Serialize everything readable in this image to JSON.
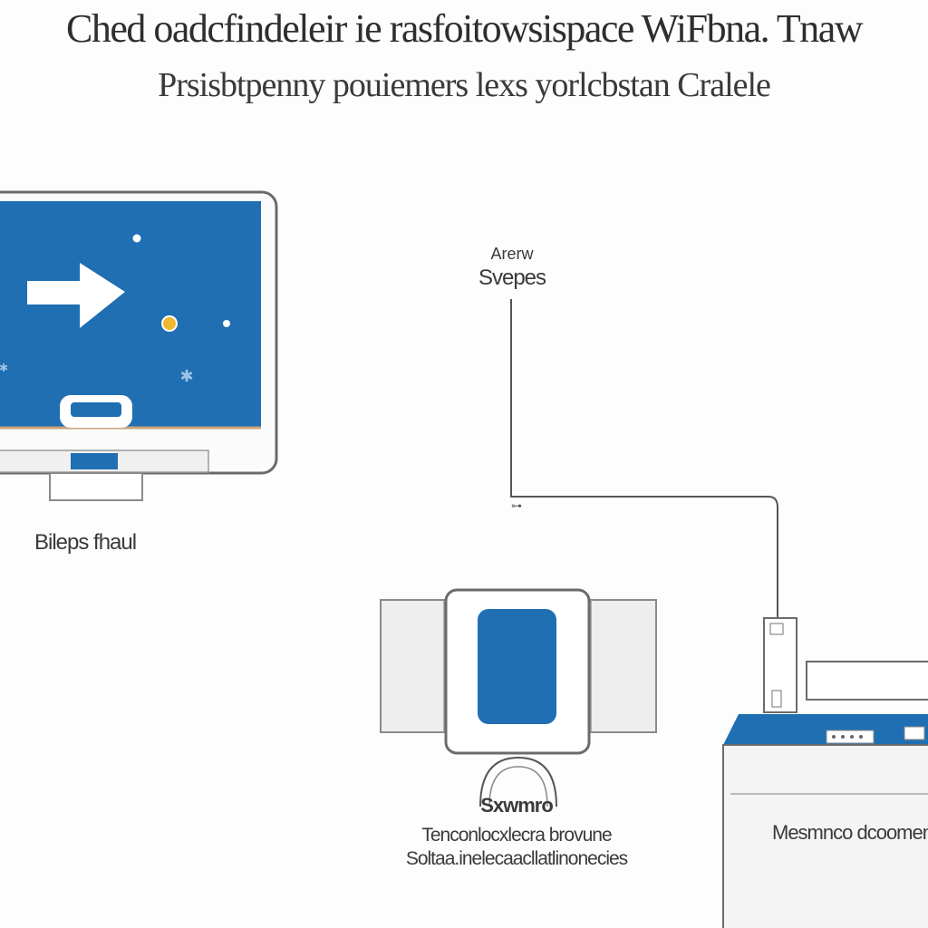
{
  "header": {
    "title": "Ched oadcfindeleir ie rasfoitowsispace WiFbna. Tnaw",
    "subtitle": "Prsisbtpenny pouiemers lexs yorlcbstan Cralele"
  },
  "labels": {
    "monitor": "Bileps fhaul",
    "cable_top": "Arerw",
    "cable": "Svepes",
    "device_name": "Sxwmro",
    "device_line1": "Tenconlocxlecra brovune",
    "device_line2": "Soltaa.inelecaacllatlinonecies",
    "computer": "Mesmnco dcoomenn"
  },
  "colors": {
    "accent_blue": "#1f6fb2",
    "outline_gray": "#6b6b6b",
    "panel_gray": "#ececec"
  }
}
